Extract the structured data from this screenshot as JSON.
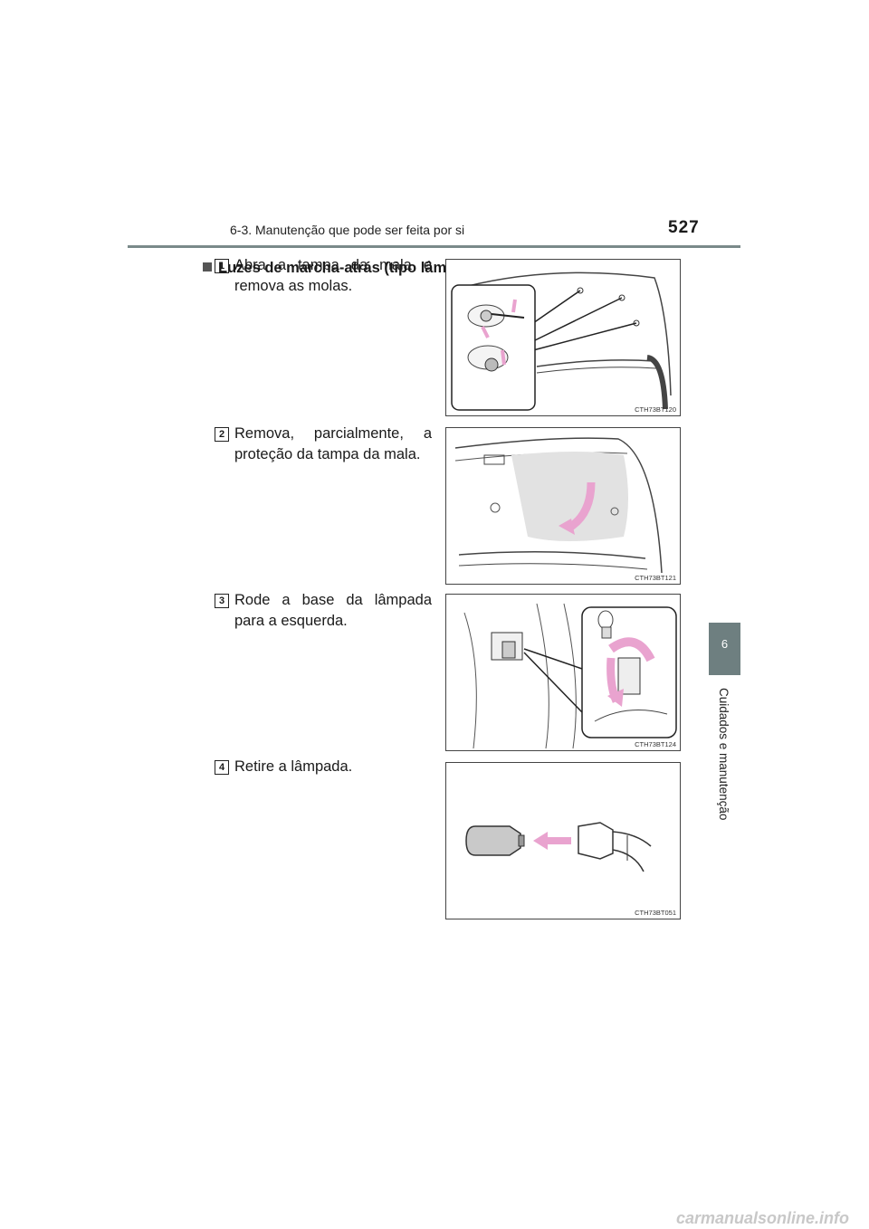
{
  "header": {
    "section": "6-3. Manutenção que pode ser feita por si",
    "page_number": "527"
  },
  "side_tab": {
    "number": "6",
    "label": "Cuidados e manutenção"
  },
  "section_title": "Luzes de marcha-atrás (tipo lâmpada)",
  "steps": [
    {
      "number": "1",
      "text": "Abra a tampa da mala e remova as molas.",
      "figure_code": "CTH73BT120"
    },
    {
      "number": "2",
      "text": "Remova, parcialmente, a proteção da tampa da mala.",
      "figure_code": "CTH73BT121"
    },
    {
      "number": "3",
      "text": "Rode a base da lâmpada para a esquerda.",
      "figure_code": "CTH73BT124"
    },
    {
      "number": "4",
      "text": "Retire a lâmpada.",
      "figure_code": "CTH73BT051"
    }
  ],
  "footer": {
    "watermark": "carmanualsonline.info"
  },
  "colors": {
    "accent_tab": "#6e7f80",
    "arrow_pink": "#e9a3cf",
    "rule": "#7a8a8a"
  }
}
